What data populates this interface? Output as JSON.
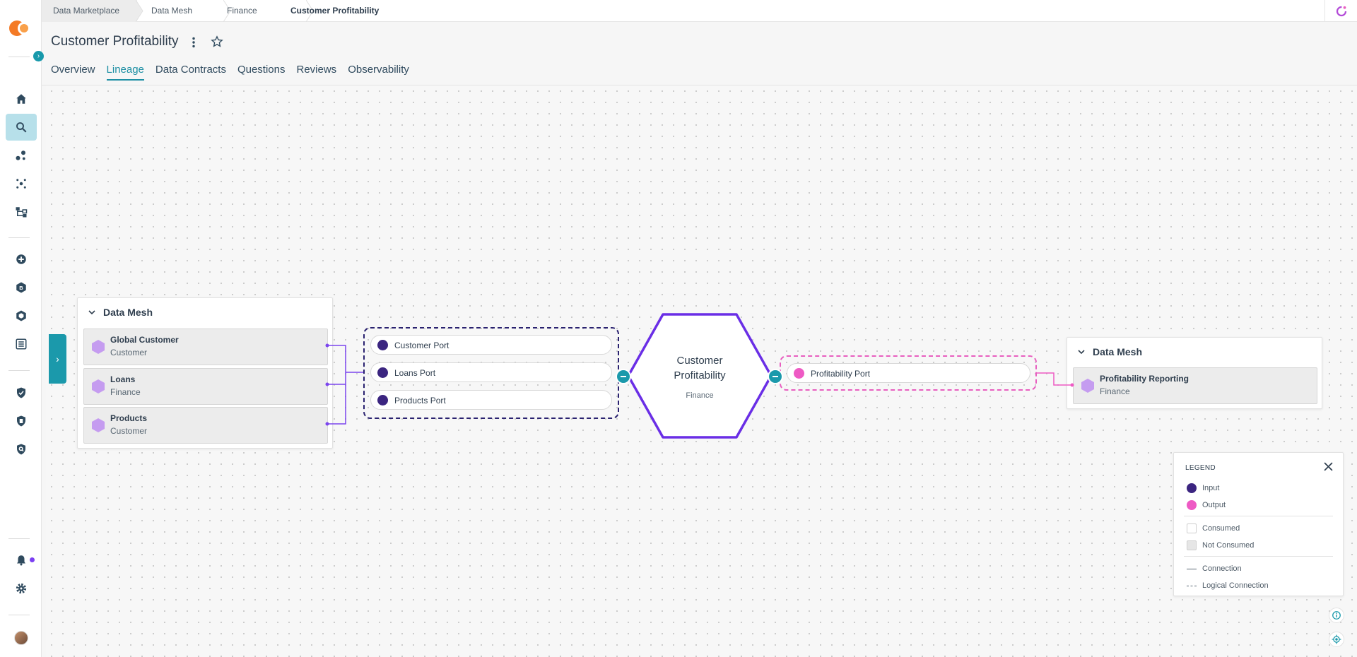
{
  "breadcrumbs": [
    "Data Marketplace",
    "Data Mesh",
    "Finance",
    "Customer Profitability"
  ],
  "page": {
    "title": "Customer Profitability",
    "tabs": [
      "Overview",
      "Lineage",
      "Data Contracts",
      "Questions",
      "Reviews",
      "Observability"
    ],
    "active_tab": "Lineage"
  },
  "nav_icons": [
    "home-icon",
    "search-icon",
    "graph-icon",
    "cluster-icon",
    "hierarchy-icon",
    "add-icon",
    "b-icon",
    "hexagon-icon",
    "table-icon",
    "shield-check-icon",
    "shield-doc-icon",
    "shield-search-icon",
    "bell-icon",
    "gear-icon"
  ],
  "lineage": {
    "input_group": {
      "title": "Data Mesh",
      "items": [
        {
          "name": "Global Customer",
          "sub": "Customer"
        },
        {
          "name": "Loans",
          "sub": "Finance"
        },
        {
          "name": "Products",
          "sub": "Customer"
        }
      ]
    },
    "input_ports": [
      "Customer Port",
      "Loans Port",
      "Products Port"
    ],
    "center": {
      "title": "Customer Profitability",
      "sub": "Finance"
    },
    "output_ports": [
      "Profitability Port"
    ],
    "output_group": {
      "title": "Data Mesh",
      "items": [
        {
          "name": "Profitability Reporting",
          "sub": "Finance"
        }
      ]
    }
  },
  "legend": {
    "title": "LEGEND",
    "input": "Input",
    "output": "Output",
    "consumed": "Consumed",
    "not_consumed": "Not Consumed",
    "connection": "Connection",
    "logical_connection": "Logical Connection"
  },
  "colors": {
    "accent": "#1b99ab",
    "input": "#3b2580",
    "output": "#ee5ac4",
    "hex_border": "#6a2ee6",
    "data_product": "#c59cf0"
  }
}
